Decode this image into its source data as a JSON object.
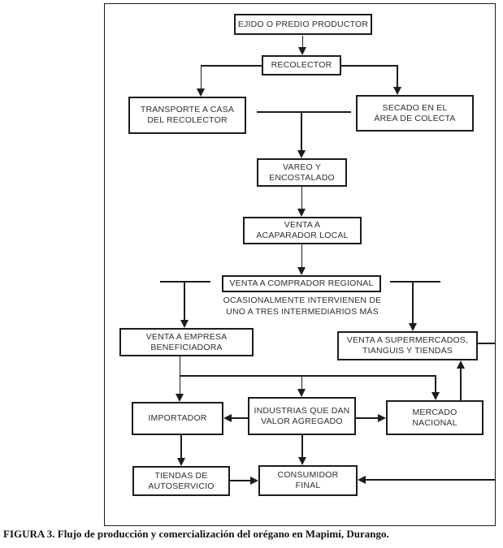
{
  "figure": {
    "caption": "FIGURA 3. Flujo de producción y comercialización del orégano en Mapimí, Durango.",
    "note": [
      "OCASIONALMENTE INTERVIENEN DE",
      "UNO A TRES INTERMEDIARIOS MÁS"
    ],
    "colors": {
      "ink": "#1c1c1c",
      "background": "#ffffff"
    }
  },
  "nodes": {
    "ejido": {
      "label": [
        "EJIDO O PREDIO PRODUCTOR"
      ]
    },
    "recolector": {
      "label": [
        "RECOLECTOR"
      ]
    },
    "transporte": {
      "label": [
        "TRANSPORTE A CASA",
        "DEL RECOLECTOR"
      ]
    },
    "secado": {
      "label": [
        "SECADO EN EL",
        "ÁREA DE COLECTA"
      ]
    },
    "vareo": {
      "label": [
        "VAREO Y",
        "ENCOSTALADO"
      ]
    },
    "acaparador": {
      "label": [
        "VENTA A",
        "ACAPARADOR LOCAL"
      ]
    },
    "comprador": {
      "label": [
        "VENTA A COMPRADOR REGIONAL"
      ]
    },
    "empresa": {
      "label": [
        "VENTA A EMPRESA",
        "BENEFICIADORA"
      ]
    },
    "supermercados": {
      "label": [
        "VENTA A SUPERMERCADOS,",
        "TIANGUIS Y TIENDAS"
      ]
    },
    "importador": {
      "label": [
        "IMPORTADOR"
      ]
    },
    "industrias": {
      "label": [
        "INDUSTRIAS QUE DAN",
        "VALOR AGREGADO"
      ]
    },
    "mercado": {
      "label": [
        "MERCADO",
        "NACIONAL"
      ]
    },
    "tiendas": {
      "label": [
        "TIENDAS DE",
        "AUTOSERVICIO"
      ]
    },
    "consumidor": {
      "label": [
        "CONSUMIDOR",
        "FINAL"
      ]
    }
  }
}
